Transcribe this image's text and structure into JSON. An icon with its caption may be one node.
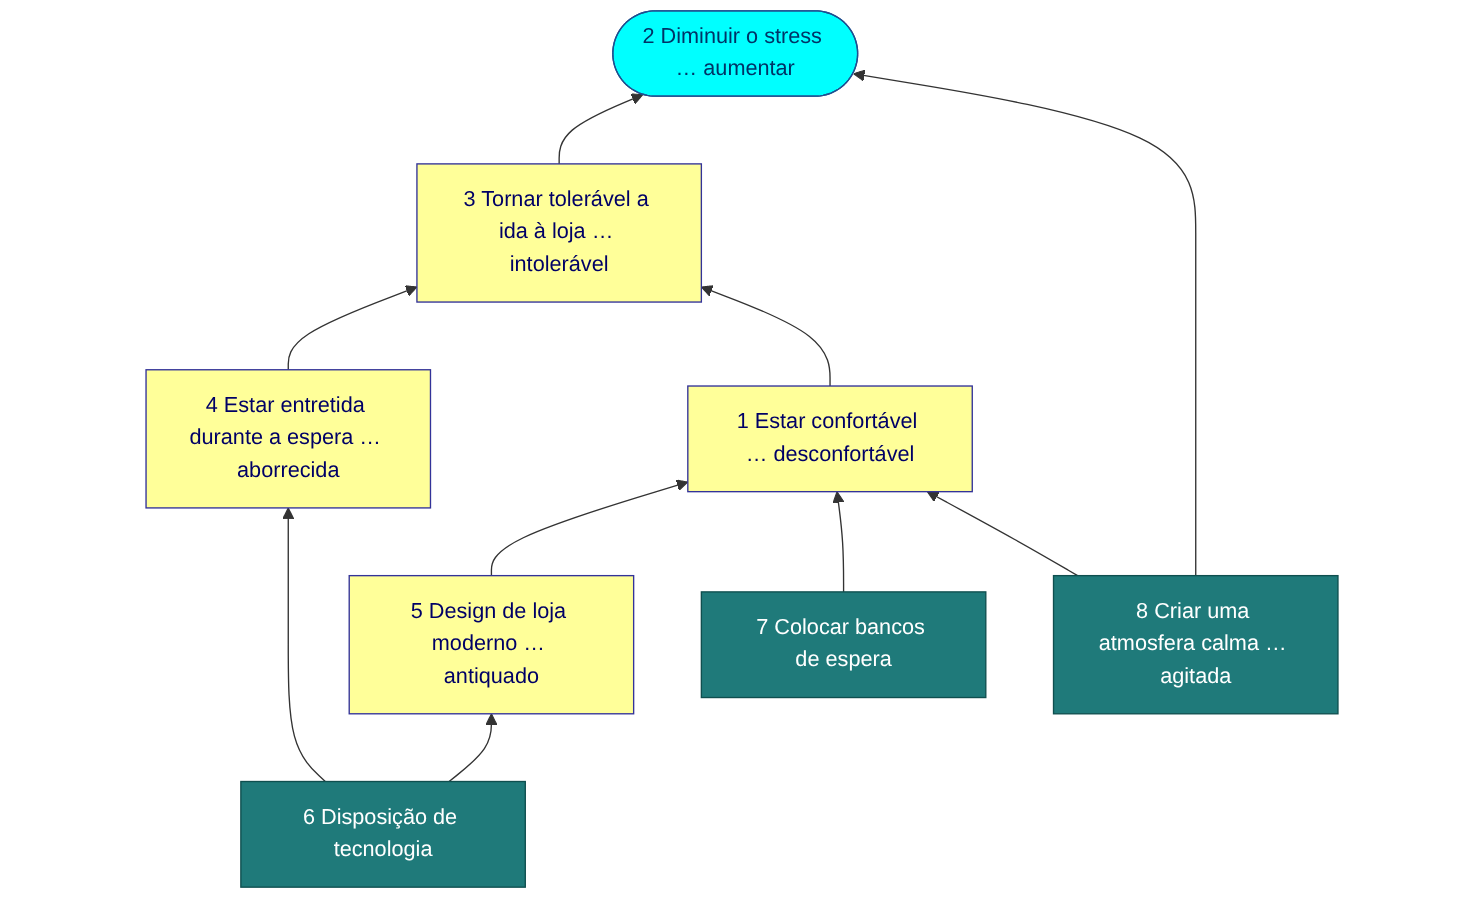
{
  "diagram": {
    "nodes": [
      {
        "text": [
          "2 Diminuir o stress … aumentar"
        ]
      },
      {
        "text": [
          "3 Tornar tolerável a ida à loja … intolerável"
        ]
      },
      {
        "text": [
          "4 Estar entretida durante a espera … aborrecida"
        ]
      },
      {
        "text": [
          "1 Estar confortável … desconfortável"
        ]
      },
      {
        "text": [
          "8 Criar uma atmosfera calma … agitada"
        ]
      },
      {
        "text": [
          "5 Design de loja moderno … antiquado"
        ]
      },
      {
        "text": [
          "7 Colocar bancos de espera"
        ]
      },
      {
        "text": [
          "6 Disposição de tecnologia"
        ]
      }
    ],
    "edges": [
      {
        "from": 1,
        "to": 0,
        "arrow": "to"
      },
      {
        "from": 4,
        "to": 0,
        "arrow": "to"
      },
      {
        "from": 2,
        "to": 1,
        "arrow": "to"
      },
      {
        "from": 3,
        "to": 1,
        "arrow": "to"
      },
      {
        "from": 5,
        "to": 3,
        "arrow": "to"
      },
      {
        "from": 6,
        "to": 3,
        "arrow": "to"
      },
      {
        "from": 4,
        "to": 3,
        "arrow": "to"
      },
      {
        "from": 7,
        "to": 2,
        "arrow": "to"
      },
      {
        "from": 7,
        "to": 5,
        "arrow": "to"
      }
    ]
  }
}
